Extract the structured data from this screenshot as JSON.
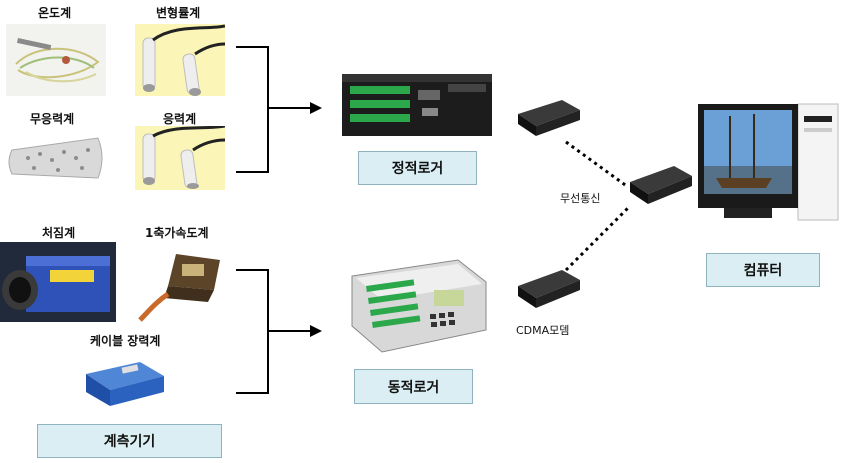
{
  "sensors": {
    "temperature": "온도계",
    "strain": "변형률계",
    "nonstress": "무응력계",
    "stress": "응력계",
    "settlement": "처짐계",
    "accel": "1축가속도계",
    "cable": "케이블 장력계"
  },
  "boxes": {
    "instruments": "계측기기",
    "static_logger": "정적로거",
    "dynamic_logger": "동적로거",
    "computer": "컴퓨터"
  },
  "labels": {
    "wireless": "무선통신",
    "cdma": "CDMA모뎀"
  },
  "colors": {
    "box_fill": "#daeef3",
    "line": "#000000"
  }
}
